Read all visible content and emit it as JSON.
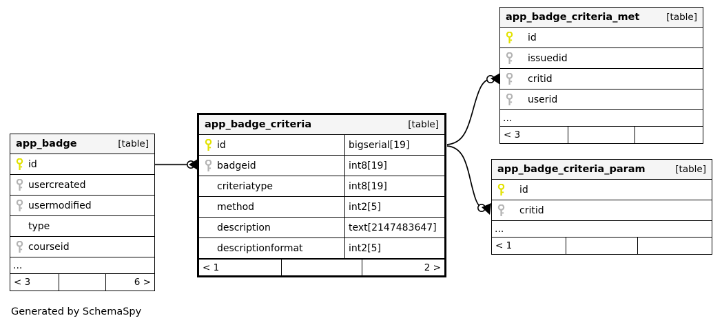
{
  "caption": "Generated by SchemaSpy",
  "table_tag": "[table]",
  "icons": {
    "primary_key": "yellow-key-icon",
    "foreign_key": "gray-key-icon"
  },
  "colors": {
    "primary_key": "#e2e200",
    "foreign_key": "#b3b3b3",
    "header_bg": "#f5f5f5",
    "border": "#000000",
    "edge": "#000000",
    "background": "#ffffff"
  },
  "tables": [
    {
      "id": "app_badge",
      "name": "app_badge",
      "tag": "[table]",
      "focal": false,
      "has_type_column": false,
      "columns": [
        {
          "name": "id",
          "key": "primary"
        },
        {
          "name": "usercreated",
          "key": "foreign"
        },
        {
          "name": "usermodified",
          "key": "foreign"
        },
        {
          "name": "type",
          "key": "none"
        },
        {
          "name": "courseid",
          "key": "foreign"
        }
      ],
      "ellipsis": "...",
      "footer": {
        "left": "< 3",
        "middle": "",
        "right": "6 >"
      }
    },
    {
      "id": "app_badge_criteria",
      "name": "app_badge_criteria",
      "tag": "[table]",
      "focal": true,
      "has_type_column": true,
      "columns": [
        {
          "name": "id",
          "key": "primary",
          "type": "bigserial[19]"
        },
        {
          "name": "badgeid",
          "key": "foreign",
          "type": "int8[19]"
        },
        {
          "name": "criteriatype",
          "key": "none",
          "type": "int8[19]"
        },
        {
          "name": "method",
          "key": "none",
          "type": "int2[5]"
        },
        {
          "name": "description",
          "key": "none",
          "type": "text[2147483647]"
        },
        {
          "name": "descriptionformat",
          "key": "none",
          "type": "int2[5]"
        }
      ],
      "ellipsis": null,
      "footer": {
        "left": "< 1",
        "middle": "",
        "right": "2 >"
      }
    },
    {
      "id": "app_badge_criteria_met",
      "name": "app_badge_criteria_met",
      "tag": "[table]",
      "focal": false,
      "has_type_column": false,
      "columns": [
        {
          "name": "id",
          "key": "primary"
        },
        {
          "name": "issuedid",
          "key": "foreign"
        },
        {
          "name": "critid",
          "key": "foreign"
        },
        {
          "name": "userid",
          "key": "foreign"
        }
      ],
      "ellipsis": "...",
      "footer": {
        "left": "< 3",
        "middle": "",
        "right": ""
      }
    },
    {
      "id": "app_badge_criteria_param",
      "name": "app_badge_criteria_param",
      "tag": "[table]",
      "focal": false,
      "has_type_column": false,
      "columns": [
        {
          "name": "id",
          "key": "primary"
        },
        {
          "name": "critid",
          "key": "foreign"
        }
      ],
      "ellipsis": "...",
      "footer": {
        "left": "< 1",
        "middle": "",
        "right": ""
      }
    }
  ],
  "relationships": [
    {
      "from_table": "app_badge",
      "from_column": "id",
      "to_table": "app_badge_criteria",
      "to_column": "badgeid"
    },
    {
      "from_table": "app_badge_criteria",
      "from_column": "id",
      "to_table": "app_badge_criteria_met",
      "to_column": "critid"
    },
    {
      "from_table": "app_badge_criteria",
      "from_column": "id",
      "to_table": "app_badge_criteria_param",
      "to_column": "critid"
    }
  ]
}
